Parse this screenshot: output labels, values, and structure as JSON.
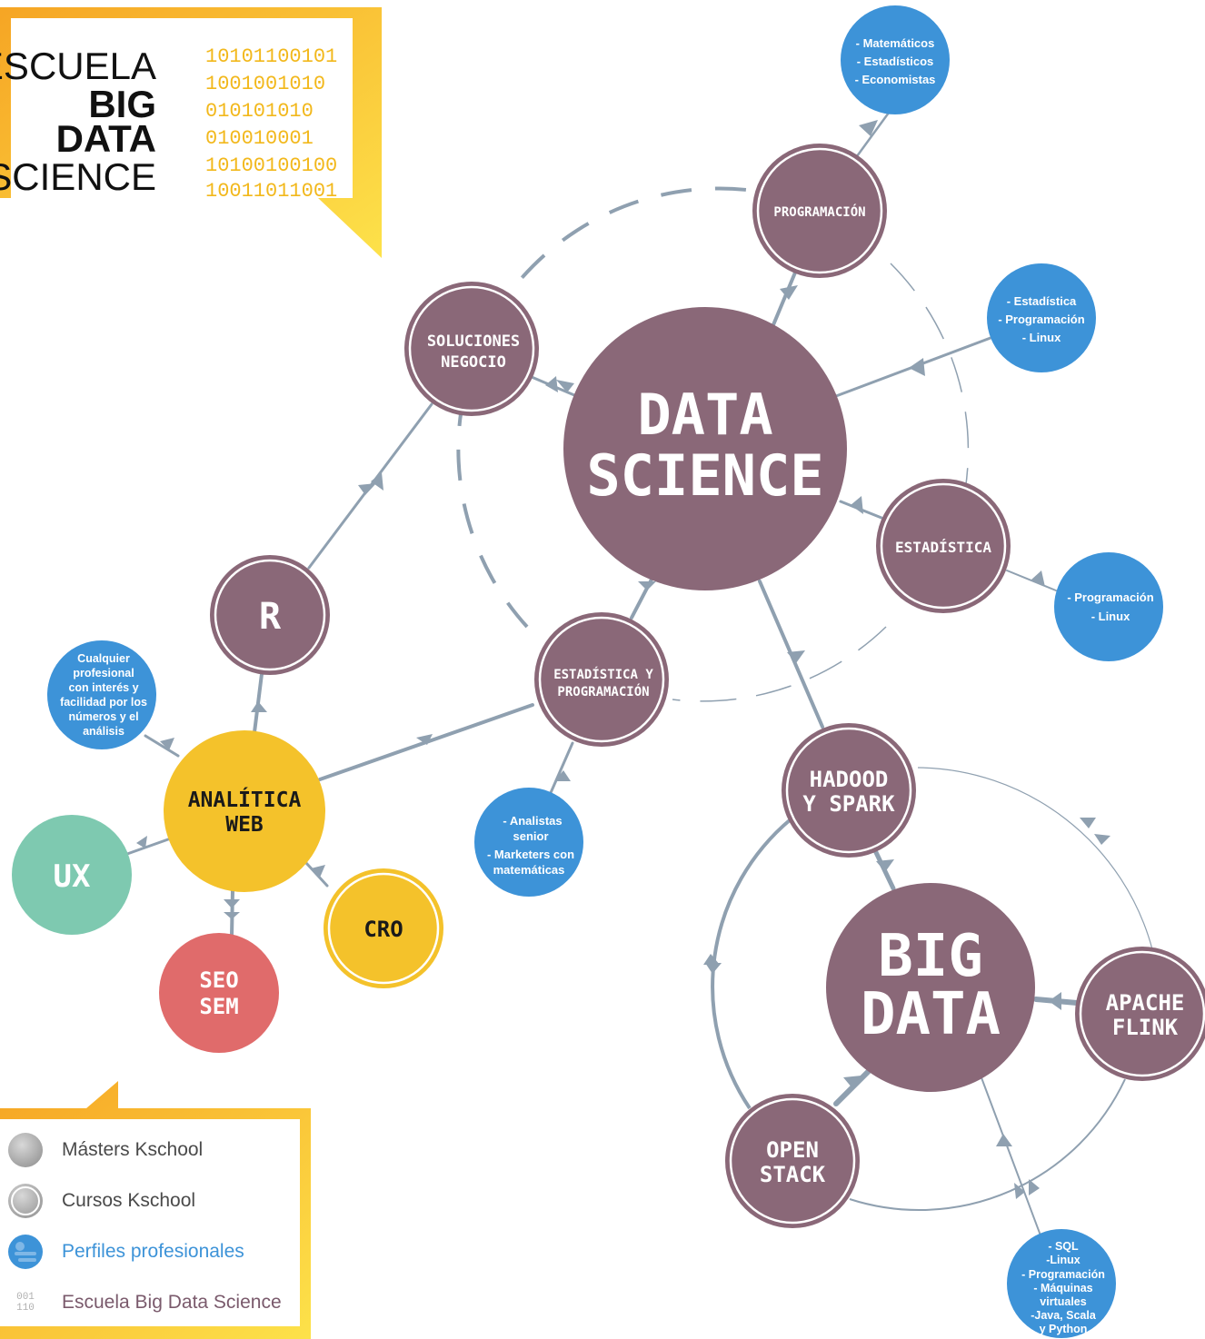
{
  "logo": {
    "word1": "ESCUELA",
    "word2": "BIG",
    "word3": "DATA",
    "word4": "SCIENCE",
    "binary": [
      "10101100101",
      "1001001010",
      "010101010",
      "010010001",
      "10100100100",
      "10011011001"
    ]
  },
  "nodes": {
    "data_science": {
      "line1": "DATA",
      "line2": "SCIENCE"
    },
    "big_data": {
      "line1": "BIG",
      "line2": "DATA"
    },
    "programacion": {
      "label": "PROGRAMACIÓN"
    },
    "soluciones_negocio": {
      "line1": "SOLUCIONES",
      "line2": "NEGOCIO"
    },
    "estadistica": {
      "label": "ESTADÍSTICA"
    },
    "estadistica_programacion": {
      "line1": "ESTADÍSTICA Y",
      "line2": "PROGRAMACIÓN"
    },
    "r": {
      "label": "R"
    },
    "analitica_web": {
      "line1": "ANALÍTICA",
      "line2": "WEB"
    },
    "ux": {
      "label": "UX"
    },
    "seo_sem": {
      "line1": "SEO",
      "line2": "SEM"
    },
    "cro": {
      "label": "CRO"
    },
    "hadoop_spark": {
      "line1": "HADOOD",
      "line2": "Y SPARK"
    },
    "apache_flink": {
      "line1": "APACHE",
      "line2": "FLINK"
    },
    "open_stack": {
      "line1": "OPEN",
      "line2": "STACK"
    }
  },
  "profiles": {
    "matematicos": [
      "- Matemáticos",
      "- Estadísticos",
      "- Economistas"
    ],
    "estadistica_prog_linux": [
      "- Estadística",
      "- Programación",
      "- Linux"
    ],
    "programacion_linux": [
      "- Programación",
      "- Linux"
    ],
    "analistas": [
      "- Analistas",
      "senior",
      "- Marketers con",
      "matemáticas"
    ],
    "cualquier": [
      "Cualquier",
      "profesional",
      "con interés y",
      "facilidad por los",
      "números y el",
      "análisis"
    ],
    "sql": [
      "- SQL",
      "-Linux",
      "- Programación",
      "- Máquinas",
      "virtuales",
      "-Java, Scala",
      "y Python"
    ]
  },
  "legend": {
    "masters": "Másters Kschool",
    "cursos": "Cursos Kschool",
    "perfiles": "Perfiles profesionales",
    "escuela": "Escuela Big Data Science",
    "escuela_icon_text": [
      "001",
      "110"
    ]
  },
  "colors": {
    "node_purple": "#8a6878",
    "node_yellow": "#f4c22b",
    "node_teal": "#7ec9b0",
    "node_red": "#e06b6b",
    "profile_blue": "#3d93d8",
    "connector": "#8fa0b0",
    "accent_yellow": "#fcd53a",
    "legend_blue": "#3d93d8",
    "legend_purple": "#7a5a6c"
  }
}
